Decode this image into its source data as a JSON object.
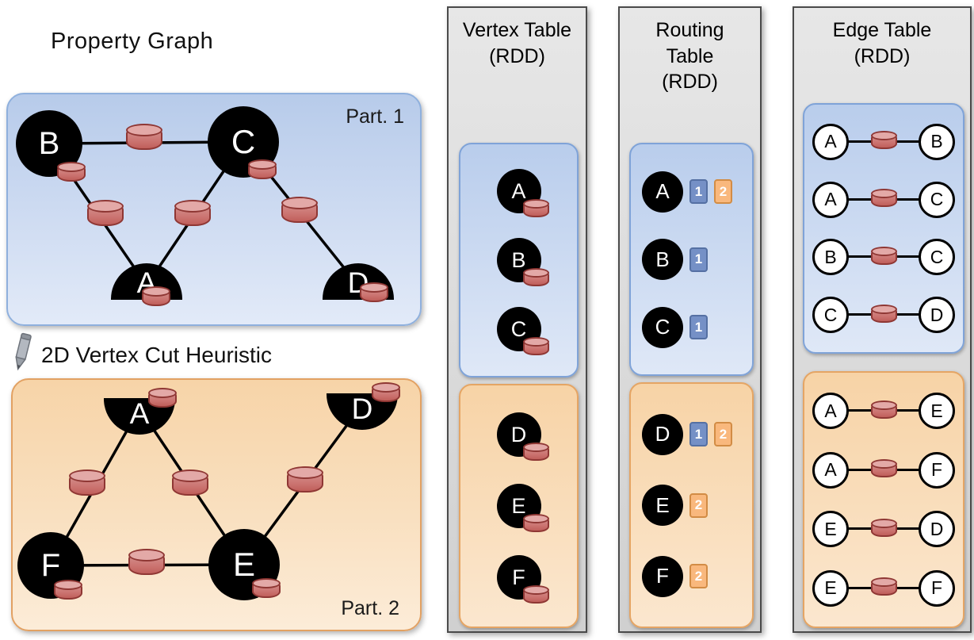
{
  "colors": {
    "partition1_blue": "#c3d6f0",
    "partition2_orange": "#f9d9b1",
    "cylinder_red": "#cc7572",
    "badge_blue": "#7590c6",
    "badge_orange": "#f9b87d",
    "column_gray": "#d9d9d9"
  },
  "graph": {
    "title": "Property Graph",
    "cut_label": "2D Vertex Cut Heuristic",
    "part1": {
      "label": "Part. 1",
      "vertices": [
        "B",
        "C",
        "A",
        "D"
      ]
    },
    "part2": {
      "label": "Part. 2",
      "vertices": [
        "A",
        "D",
        "F",
        "E"
      ]
    }
  },
  "vertex_table": {
    "title": "Vertex Table (RDD)",
    "part1": [
      "A",
      "B",
      "C"
    ],
    "part2": [
      "D",
      "E",
      "F"
    ]
  },
  "routing_table": {
    "title": "Routing Table (RDD)",
    "part1": [
      {
        "vertex": "A",
        "badges": [
          "1",
          "2"
        ]
      },
      {
        "vertex": "B",
        "badges": [
          "1"
        ]
      },
      {
        "vertex": "C",
        "badges": [
          "1"
        ]
      }
    ],
    "part2": [
      {
        "vertex": "D",
        "badges": [
          "1",
          "2"
        ]
      },
      {
        "vertex": "E",
        "badges": [
          "2"
        ]
      },
      {
        "vertex": "F",
        "badges": [
          "2"
        ]
      }
    ]
  },
  "edge_table": {
    "title": "Edge Table (RDD)",
    "part1": [
      [
        "A",
        "B"
      ],
      [
        "A",
        "C"
      ],
      [
        "B",
        "C"
      ],
      [
        "C",
        "D"
      ]
    ],
    "part2": [
      [
        "A",
        "E"
      ],
      [
        "A",
        "F"
      ],
      [
        "E",
        "D"
      ],
      [
        "E",
        "F"
      ]
    ]
  }
}
